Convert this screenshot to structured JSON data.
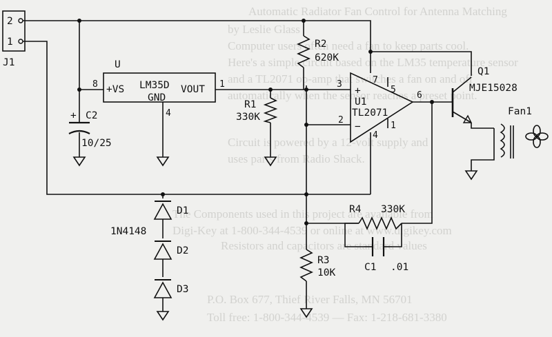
{
  "background_text": [
    "Automatic Radiator Fan Control for Antenna Matching",
    "by Leslie Glass",
    "Computer users often need a fan to keep parts cool.",
    "Here's a simple circuit based on the LM35 temperature sensor",
    "and a TL2071 op-amp that switches a fan on and off",
    "automatically when the sensor reaches a preset point.",
    "Circuit is powered by a 12-volt supply and",
    "uses parts from Radio Shack.",
    "The Components used in this project are available from",
    "Digi-Key at 1-800-344-4539 or online at www.digikey.com",
    "Resistors and capacitors are standard values",
    "P.O. Box 677, Thief River Falls, MN 56701",
    "Toll free: 1-800-344-4539 — Fax: 1-218-681-3380"
  ],
  "connector": {
    "ref": "J1",
    "pin_top": "2",
    "pin_bottom": "1"
  },
  "sensor": {
    "ref": "U",
    "part": "LM35D",
    "pin_vs": "+VS",
    "pin_vout": "VOUT",
    "pin_gnd": "GND",
    "pin_vs_num": "8",
    "pin_vout_num": "1",
    "pin_gnd_num": "4"
  },
  "c2": {
    "ref": "C2",
    "value": "10/25",
    "polarity": "+"
  },
  "r1": {
    "ref": "R1",
    "value": "330K"
  },
  "r2": {
    "ref": "R2",
    "value": "620K"
  },
  "opamp": {
    "ref": "U1",
    "part": "TL2071",
    "plus": "+",
    "minus": "−",
    "pin_in_plus": "3",
    "pin_in_minus": "2",
    "pin_out": "6",
    "pin_7": "7",
    "pin_5": "5",
    "pin_4": "4",
    "pin_1": "1"
  },
  "q1": {
    "ref": "Q1",
    "part": "MJE15028"
  },
  "fan": {
    "ref": "Fan1"
  },
  "d1": {
    "ref": "D1",
    "part": "1N4148"
  },
  "d2": {
    "ref": "D2"
  },
  "d3": {
    "ref": "D3"
  },
  "r3": {
    "ref": "R3",
    "value": "10K"
  },
  "r4": {
    "ref": "R4",
    "value": "330K"
  },
  "c1": {
    "ref": "C1",
    "value": ".01"
  }
}
